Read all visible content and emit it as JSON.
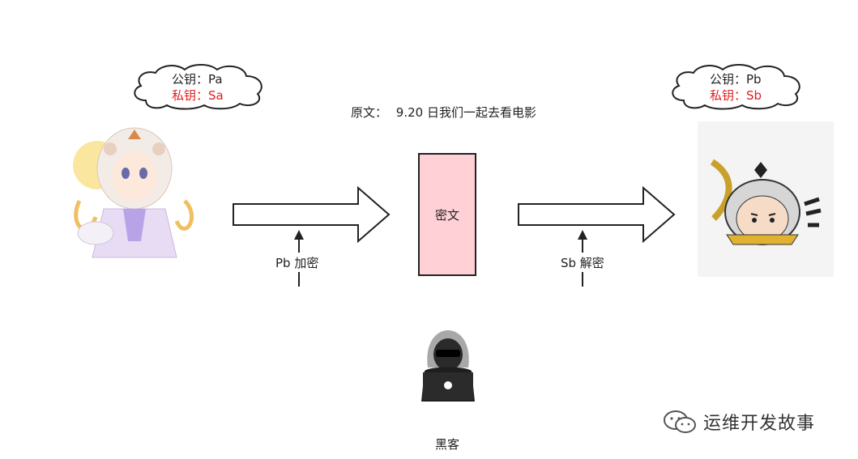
{
  "plaintext": {
    "label": "原文：",
    "value": "9.20 日我们一起去看电影"
  },
  "sender": {
    "public_key": "公钥：Pa",
    "private_key": "私钥：Sa"
  },
  "receiver": {
    "public_key": "公钥：Pb",
    "private_key": "私钥：Sb"
  },
  "ciphertext": {
    "label": "密文"
  },
  "encrypt": {
    "label": "Pb 加密"
  },
  "decrypt": {
    "label": "Sb 解密"
  },
  "hacker": {
    "label": "黑客"
  },
  "watermark": {
    "text": "运维开发故事"
  },
  "colors": {
    "cipher_box": "#ffd0d6",
    "private_key": "#e02020"
  }
}
